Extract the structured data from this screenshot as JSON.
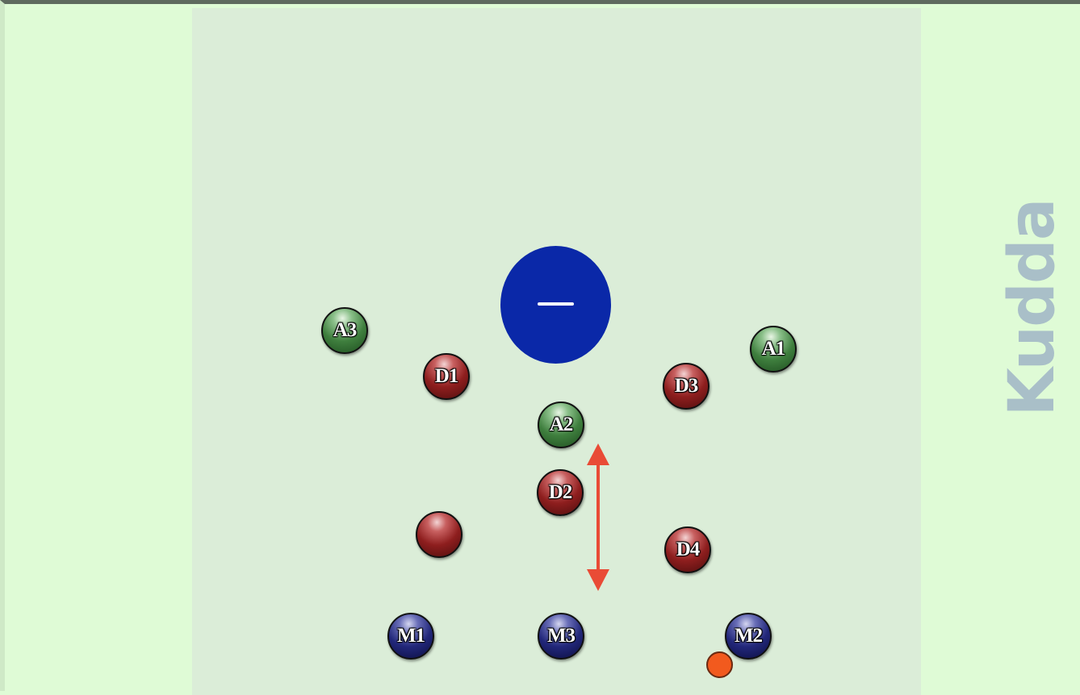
{
  "watermark": {
    "text": "Kudda"
  },
  "goal": {
    "label": "goal-circle"
  },
  "colors": {
    "attack": "#3f7f3e",
    "defence": "#8e1e1e",
    "midfield": "#22277a",
    "goal": "#0a28a8",
    "ball": "#f25a1e",
    "arrow": "#e94b36"
  },
  "players": [
    {
      "id": "A3",
      "label": "A3",
      "team": "attack"
    },
    {
      "id": "A1",
      "label": "A1",
      "team": "attack"
    },
    {
      "id": "A2",
      "label": "A2",
      "team": "attack"
    },
    {
      "id": "D1",
      "label": "D1",
      "team": "defence"
    },
    {
      "id": "D3",
      "label": "D3",
      "team": "defence"
    },
    {
      "id": "D2",
      "label": "D2",
      "team": "defence"
    },
    {
      "id": "D4",
      "label": "D4",
      "team": "defence"
    },
    {
      "id": "D-unlabelled",
      "label": "",
      "team": "defence"
    },
    {
      "id": "M1",
      "label": "M1",
      "team": "mid"
    },
    {
      "id": "M3",
      "label": "M3",
      "team": "mid"
    },
    {
      "id": "M2",
      "label": "M2",
      "team": "mid"
    }
  ],
  "movement": {
    "type": "double-headed-arrow"
  }
}
